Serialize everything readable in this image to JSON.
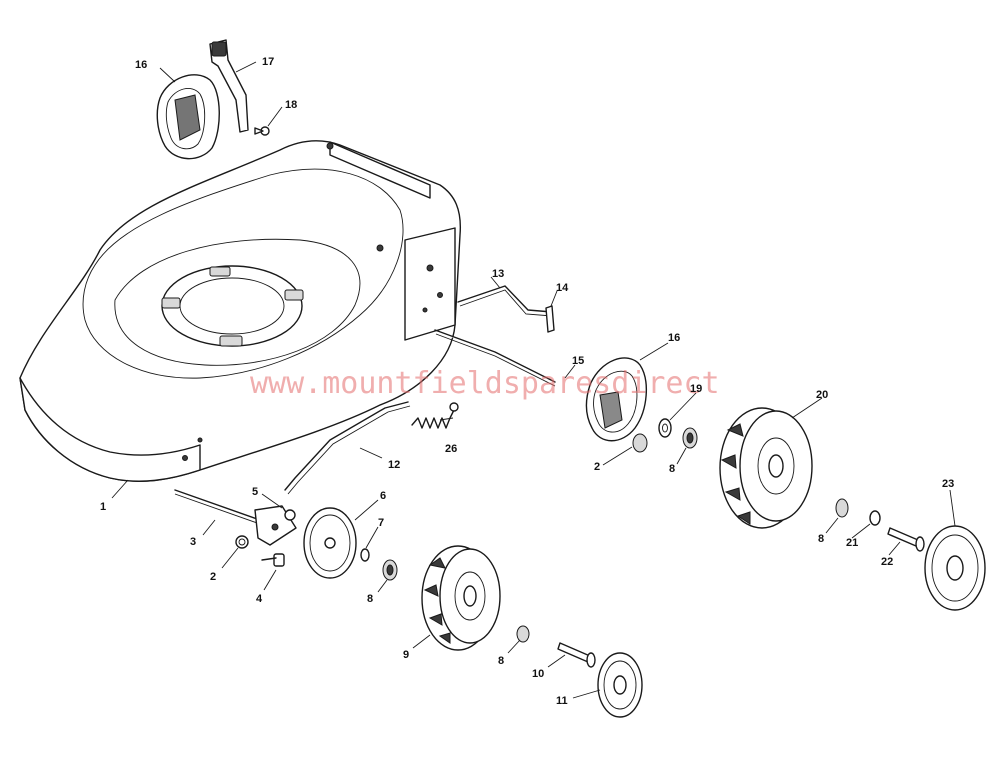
{
  "watermark": "www.mountfieldsparesdirect",
  "colors": {
    "line": "#1a1a1a",
    "watermark": "#e36b6b",
    "background": "#ffffff"
  },
  "callouts": {
    "c1": "1",
    "c2a": "2",
    "c2b": "2",
    "c3": "3",
    "c4": "4",
    "c5": "5",
    "c6": "6",
    "c7": "7",
    "c8a": "8",
    "c8b": "8",
    "c8c": "8",
    "c8d": "8",
    "c9": "9",
    "c10": "10",
    "c11": "11",
    "c12": "12",
    "c13": "13",
    "c14": "14",
    "c15": "15",
    "c16a": "16",
    "c16b": "16",
    "c17": "17",
    "c18": "18",
    "c19": "19",
    "c20": "20",
    "c21": "21",
    "c22": "22",
    "c23": "23",
    "c26": "26"
  }
}
